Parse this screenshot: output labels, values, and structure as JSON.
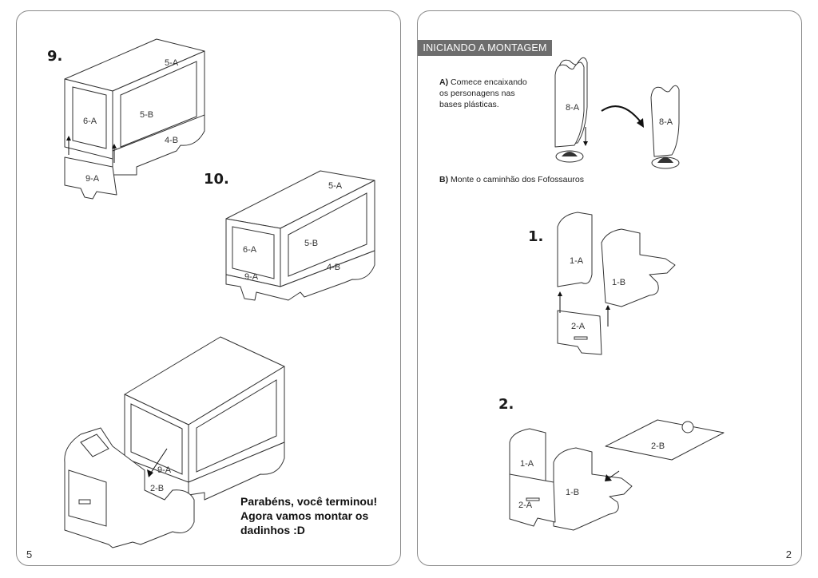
{
  "left_page": {
    "step_9": "9.",
    "step_10": "10.",
    "labels_9": [
      "5-A",
      "6-A",
      "5-B",
      "4-B",
      "9-A"
    ],
    "labels_10": [
      "5-A",
      "6-A",
      "5-B",
      "4-B",
      "9-A"
    ],
    "labels_final": [
      "9-A",
      "2-B"
    ],
    "congrats": "Parabéns, você terminou! Agora vamos montar os dadinhos :D",
    "page_number": "5"
  },
  "right_page": {
    "banner": "INICIANDO A MONTAGEM",
    "instr_a_label": "A)",
    "instr_a_text": "Comece encaixando os personagens nas bases plásticas.",
    "labels_a": [
      "8-A",
      "8-A"
    ],
    "instr_b_label": "B)",
    "instr_b_text": "Monte o caminhão dos Fofossauros",
    "step_1": "1.",
    "labels_1": [
      "1-A",
      "1-B",
      "2-A"
    ],
    "step_2": "2.",
    "labels_2": [
      "1-A",
      "1-B",
      "2-A",
      "2-B"
    ],
    "page_number": "2"
  }
}
